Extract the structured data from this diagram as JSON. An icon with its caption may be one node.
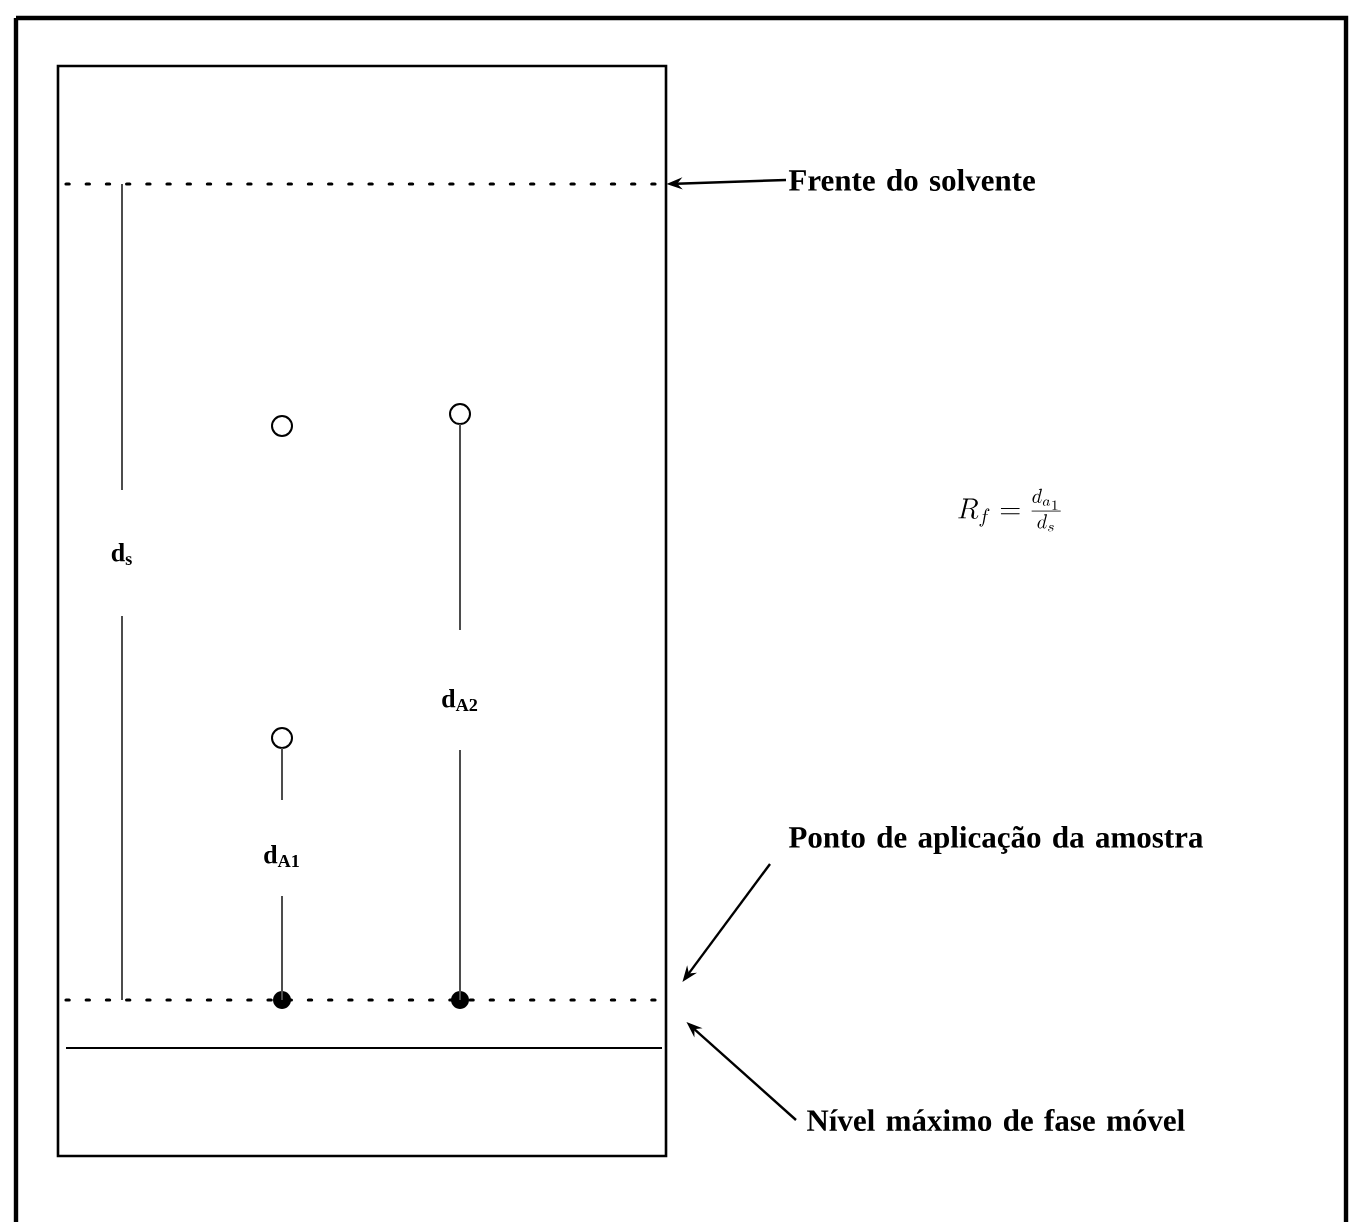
{
  "diagram": {
    "nodes": [
      {
        "text": [
          "Frente do solvente"
        ]
      },
      {
        "text": [
          "Ponto de aplicação da amostra"
        ]
      },
      {
        "text": [
          "Nível máximo de fase móvel"
        ]
      },
      {
        "text": [],
        "shape": "line"
      },
      {
        "text": [],
        "shape": "line"
      },
      {
        "text": [],
        "shape": "line"
      }
    ],
    "edges": [
      {
        "from": 0,
        "to": 3,
        "arrow": "to"
      },
      {
        "from": 1,
        "to": 4,
        "arrow": "to"
      },
      {
        "from": 2,
        "to": 5,
        "arrow": "to"
      }
    ],
    "labels": [
      "d$_{s}$",
      "d$_{A2}$",
      "d$_{A1}$",
      "R_f = \\frac{d_{a_1}}{d_s}"
    ]
  }
}
